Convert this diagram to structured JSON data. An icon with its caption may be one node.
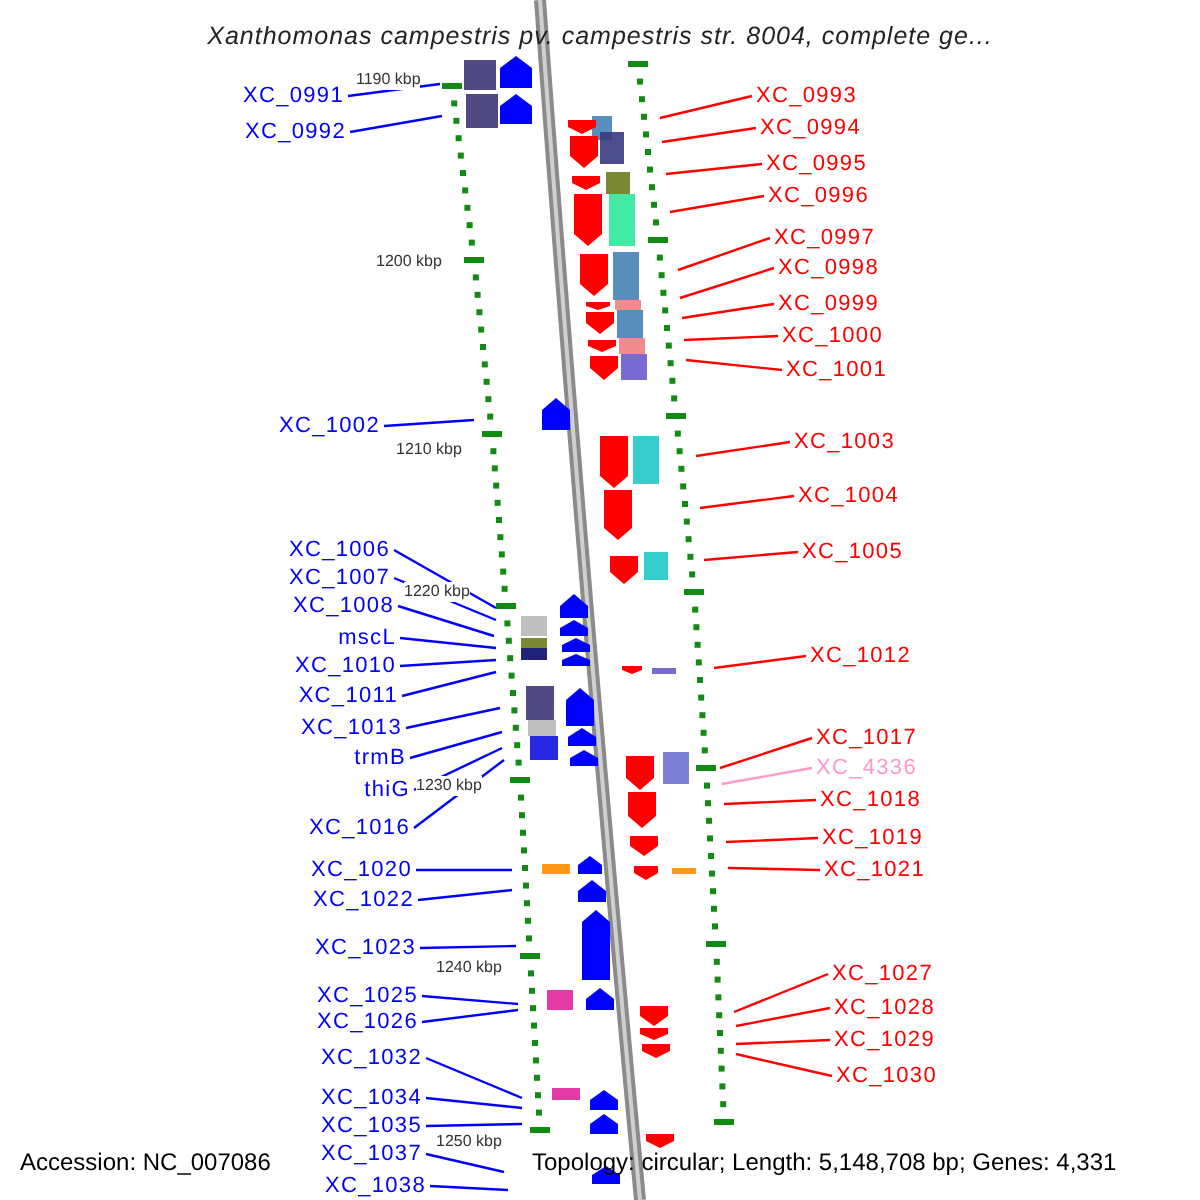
{
  "diagram": {
    "title": "Xanthomonas campestris pv. campestris str. 8004, complete ge...",
    "nodes": [
      {
        "text": [
          "XC_0991"
        ]
      },
      {
        "text": [
          "XC_0992"
        ]
      },
      {
        "text": [
          "XC_1002"
        ]
      },
      {
        "text": [
          "XC_1006"
        ]
      },
      {
        "text": [
          "XC_1007"
        ]
      },
      {
        "text": [
          "XC_1008"
        ]
      },
      {
        "text": [
          "mscL"
        ]
      },
      {
        "text": [
          "XC_1010"
        ]
      },
      {
        "text": [
          "XC_1011"
        ]
      },
      {
        "text": [
          "XC_1013"
        ]
      },
      {
        "text": [
          "trmB"
        ]
      },
      {
        "text": [
          "thiG"
        ]
      },
      {
        "text": [
          "XC_1016"
        ]
      },
      {
        "text": [
          "XC_1020"
        ]
      },
      {
        "text": [
          "XC_1022"
        ]
      },
      {
        "text": [
          "XC_1023"
        ]
      },
      {
        "text": [
          "XC_1025"
        ]
      },
      {
        "text": [
          "XC_1026"
        ]
      },
      {
        "text": [
          "XC_1032"
        ]
      },
      {
        "text": [
          "XC_1034"
        ]
      },
      {
        "text": [
          "XC_1035"
        ]
      },
      {
        "text": [
          "XC_1037"
        ]
      },
      {
        "text": [
          "XC_1038"
        ]
      },
      {
        "text": [
          "XC_0993"
        ]
      },
      {
        "text": [
          "XC_0994"
        ]
      },
      {
        "text": [
          "XC_0995"
        ]
      },
      {
        "text": [
          "XC_0996"
        ]
      },
      {
        "text": [
          "XC_0997"
        ]
      },
      {
        "text": [
          "XC_0998"
        ]
      },
      {
        "text": [
          "XC_0999"
        ]
      },
      {
        "text": [
          "XC_1000"
        ]
      },
      {
        "text": [
          "XC_1001"
        ]
      },
      {
        "text": [
          "XC_1003"
        ]
      },
      {
        "text": [
          "XC_1004"
        ]
      },
      {
        "text": [
          "XC_1005"
        ]
      },
      {
        "text": [
          "XC_1012"
        ]
      },
      {
        "text": [
          "XC_1017"
        ]
      },
      {
        "text": [
          "XC_4336"
        ]
      },
      {
        "text": [
          "XC_1018"
        ]
      },
      {
        "text": [
          "XC_1019"
        ]
      },
      {
        "text": [
          "XC_1021"
        ]
      },
      {
        "text": [
          "XC_1027"
        ]
      },
      {
        "text": [
          "XC_1028"
        ]
      },
      {
        "text": [
          "XC_1029"
        ]
      },
      {
        "text": [
          "XC_1030"
        ]
      }
    ],
    "edges": [
      {
        "from": 0,
        "to": null,
        "arrow": "none"
      },
      {
        "from": 1,
        "to": null,
        "arrow": "none"
      },
      {
        "from": 2,
        "to": null,
        "arrow": "none"
      },
      {
        "from": 3,
        "to": null,
        "arrow": "none"
      },
      {
        "from": 4,
        "to": null,
        "arrow": "none"
      },
      {
        "from": 5,
        "to": null,
        "arrow": "none"
      },
      {
        "from": 6,
        "to": null,
        "arrow": "none"
      },
      {
        "from": 7,
        "to": null,
        "arrow": "none"
      },
      {
        "from": 8,
        "to": null,
        "arrow": "none"
      },
      {
        "from": 9,
        "to": null,
        "arrow": "none"
      },
      {
        "from": 10,
        "to": null,
        "arrow": "none"
      },
      {
        "from": 11,
        "to": null,
        "arrow": "none"
      },
      {
        "from": 12,
        "to": null,
        "arrow": "none"
      },
      {
        "from": 13,
        "to": null,
        "arrow": "none"
      },
      {
        "from": 14,
        "to": null,
        "arrow": "none"
      },
      {
        "from": 15,
        "to": null,
        "arrow": "none"
      },
      {
        "from": 16,
        "to": null,
        "arrow": "none"
      },
      {
        "from": 17,
        "to": null,
        "arrow": "none"
      },
      {
        "from": 18,
        "to": null,
        "arrow": "none"
      },
      {
        "from": 19,
        "to": null,
        "arrow": "none"
      },
      {
        "from": 20,
        "to": null,
        "arrow": "none"
      },
      {
        "from": 21,
        "to": null,
        "arrow": "none"
      },
      {
        "from": 22,
        "to": null,
        "arrow": "none"
      },
      {
        "from": 23,
        "to": null,
        "arrow": "none",
        "color": "#ff0000"
      },
      {
        "from": 24,
        "to": null,
        "arrow": "none",
        "color": "#ff0000"
      },
      {
        "from": 25,
        "to": null,
        "arrow": "none",
        "color": "#ff0000"
      },
      {
        "from": 26,
        "to": null,
        "arrow": "none",
        "color": "#ff0000"
      },
      {
        "from": 27,
        "to": null,
        "arrow": "none",
        "color": "#ff0000"
      },
      {
        "from": 28,
        "to": null,
        "arrow": "none",
        "color": "#ff0000"
      },
      {
        "from": 29,
        "to": null,
        "arrow": "none",
        "color": "#ff0000"
      },
      {
        "from": 30,
        "to": null,
        "arrow": "none",
        "color": "#ff0000"
      },
      {
        "from": 31,
        "to": null,
        "arrow": "none",
        "color": "#ff0000"
      },
      {
        "from": 32,
        "to": null,
        "arrow": "none",
        "color": "#ff0000"
      },
      {
        "from": 33,
        "to": null,
        "arrow": "none",
        "color": "#ff0000"
      },
      {
        "from": 34,
        "to": null,
        "arrow": "none",
        "color": "#ff0000"
      },
      {
        "from": 35,
        "to": null,
        "arrow": "none",
        "color": "#ff0000"
      },
      {
        "from": 36,
        "to": null,
        "arrow": "none",
        "color": "#ff0000"
      },
      {
        "from": 37,
        "to": null,
        "arrow": "none",
        "color": "#ff99cc"
      },
      {
        "from": 38,
        "to": null,
        "arrow": "none",
        "color": "#ff0000"
      },
      {
        "from": 39,
        "to": null,
        "arrow": "none",
        "color": "#ff0000"
      },
      {
        "from": 40,
        "to": null,
        "arrow": "none",
        "color": "#ff0000"
      },
      {
        "from": 41,
        "to": null,
        "arrow": "none",
        "color": "#ff0000"
      },
      {
        "from": 42,
        "to": null,
        "arrow": "none",
        "color": "#ff0000"
      },
      {
        "from": 43,
        "to": null,
        "arrow": "none",
        "color": "#ff0000"
      },
      {
        "from": 44,
        "to": null,
        "arrow": "none",
        "color": "#ff0000"
      }
    ],
    "labels": [
      "1190 kbp",
      "1200 kbp",
      "1210 kbp",
      "1220 kbp",
      "1230 kbp",
      "1240 kbp",
      "1250 kbp",
      "Accession: NC_007086",
      "Topology: circular; Length: 5,148,708 bp; Genes: 4,331"
    ]
  }
}
